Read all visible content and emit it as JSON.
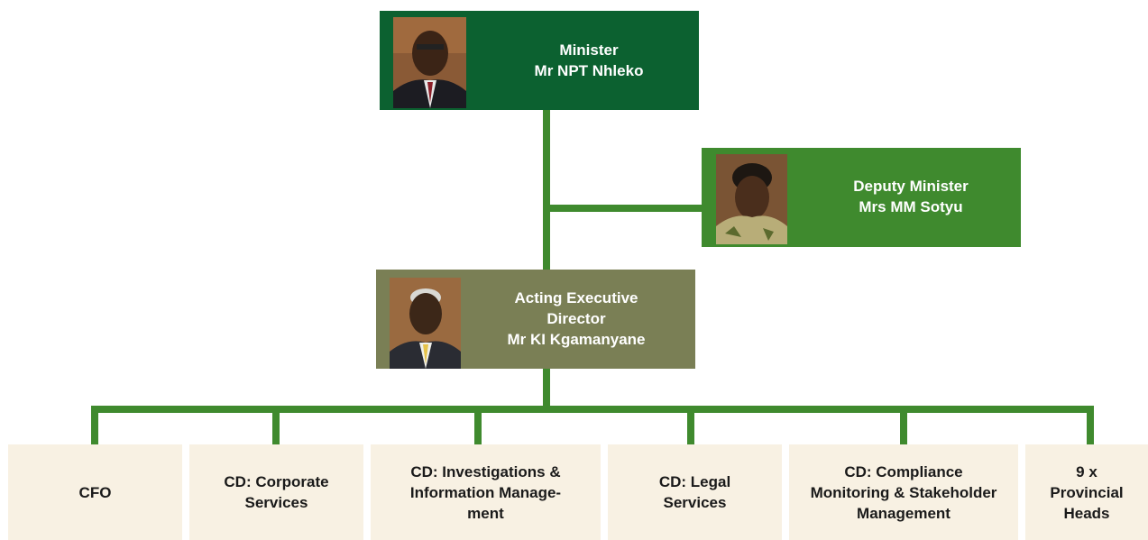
{
  "colors": {
    "minister_box": "#0c6130",
    "deputy_box": "#3f8a2e",
    "director_box": "#7a7f55",
    "connector": "#3f8a2e",
    "leaf_box": "#f8f1e3"
  },
  "minister": {
    "title": "Minister",
    "name": "Mr NPT Nhleko"
  },
  "deputy": {
    "title": "Deputy Minister",
    "name": "Mrs MM Sotyu"
  },
  "director": {
    "title_line1": "Acting Executive",
    "title_line2": "Director",
    "name": "Mr KI Kgamanyane"
  },
  "units": [
    {
      "lines": [
        "CFO"
      ]
    },
    {
      "lines": [
        "CD: Corporate",
        "Services"
      ]
    },
    {
      "lines": [
        "CD: Investigations &",
        "Information Manage-",
        "ment"
      ]
    },
    {
      "lines": [
        "CD: Legal",
        "Services"
      ]
    },
    {
      "lines": [
        "CD: Compliance",
        "Monitoring & Stakeholder",
        "Management"
      ]
    },
    {
      "lines": [
        "9 x",
        "Provincial",
        "Heads"
      ]
    }
  ]
}
